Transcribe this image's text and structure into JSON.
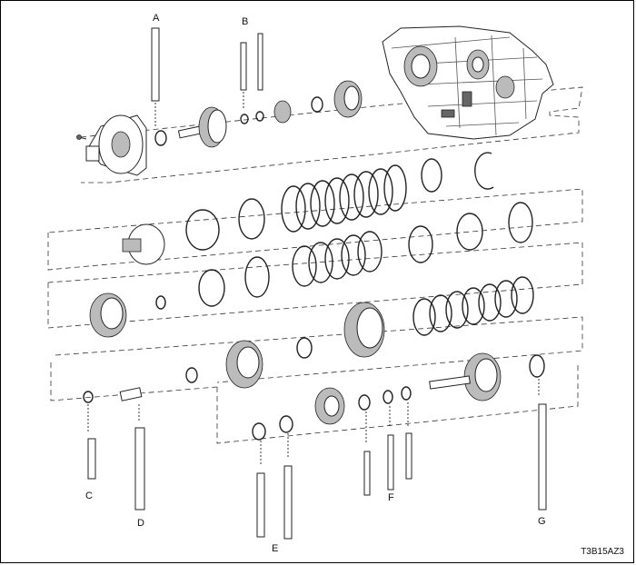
{
  "labels": {
    "a": "A",
    "b": "B",
    "c": "C",
    "d": "D",
    "e": "E",
    "f": "F",
    "g": "G"
  },
  "figure_code": "T3B15AZ3"
}
